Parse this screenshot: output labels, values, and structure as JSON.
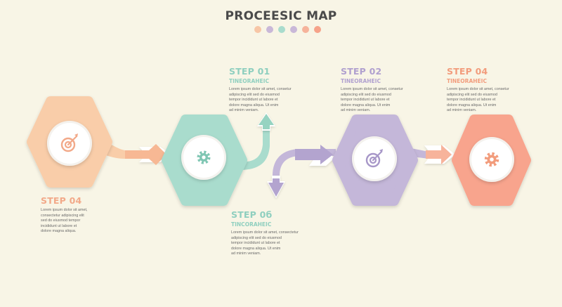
{
  "title": "PROCEESIC MAP",
  "palette": [
    "#f7c6a6",
    "#c9b8d8",
    "#a9dccd",
    "#c9b8d8",
    "#f6b39b",
    "#f6a38a"
  ],
  "colors": {
    "peach": "#f9cda9",
    "mint": "#a9dccd",
    "lavender": "#c4b7d9",
    "coral": "#f8a48d",
    "icon_peach": "#f2a989",
    "icon_mint": "#7fc6b3",
    "icon_lavender": "#a797c8",
    "icon_coral": "#f29c7c"
  },
  "nodes": [
    {
      "name": "node-1",
      "icon": "target-icon"
    },
    {
      "name": "node-2",
      "icon": "gear-icon"
    },
    {
      "name": "node-3",
      "icon": "target-icon"
    },
    {
      "name": "node-4",
      "icon": "gear-icon"
    }
  ],
  "steps": {
    "step_a": {
      "title": "STEP 04",
      "lines": [
        "Lorem ipsum dolor sit amet,",
        "consectetur adipiscing elit",
        "sed do eiusmod tempor",
        "incididunt ut labore et",
        "dolore magna aliqua."
      ]
    },
    "step_b": {
      "title": "STEP 01",
      "subtitle": "TINEORAHEIC",
      "lines": [
        "Lorem ipsum dolor sit amet, consetur",
        "adipiscing elit sed do eiusmod",
        "tempor incididunt ut labore et",
        "dolore magna aliqua. Ut enim",
        "ad minim veniam."
      ]
    },
    "step_c": {
      "title": "STEP 0б",
      "subtitle": "TINCORAHEIC",
      "lines": [
        "Lorem ipsum dolor sit amet, consectetur",
        "adipiscing elit sed do eiusmod",
        "tempor incididunt ut labore et",
        "dolore magna aliqua. Ut enim",
        "ad minim veniam."
      ]
    },
    "step_d": {
      "title": "STEP 02",
      "subtitle": "TINEORAHEIC",
      "lines": [
        "Lorem ipsum dolor sit amet, consetur",
        "adipiscing elit sed do eiusmod",
        "tempor incididunt ut labore et",
        "dolore magna aliqua. Ut enim",
        "ad minim veniam."
      ]
    },
    "step_e": {
      "title": "STEP 04",
      "subtitle": "TINEORAHEIC",
      "lines": [
        "Lorem ipsum dolor sit amet, consetur",
        "adipiscing elit sed do eiusmod",
        "tempor incididunt ut labore et",
        "dolore magna aliqua. Ut enim",
        "ad minim veniam."
      ]
    }
  }
}
